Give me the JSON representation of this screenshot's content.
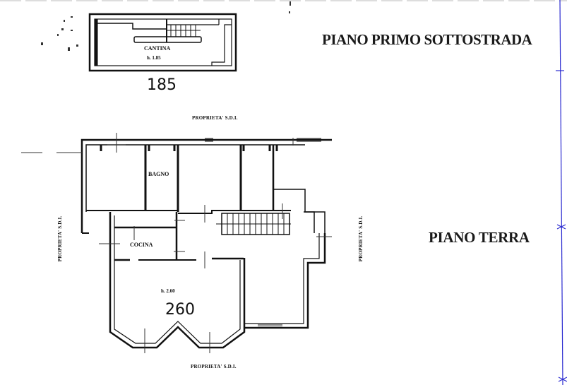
{
  "levels": {
    "basement": {
      "title": "PIANO PRIMO SOTTOSTRADA",
      "room_label": "CANTINA",
      "height_label": "h. 1.85",
      "handwritten_height": "185"
    },
    "ground": {
      "title": "PIANO TERRA",
      "rooms": [
        {
          "label": "BAGNO"
        },
        {
          "label": "COCINA"
        }
      ],
      "height_label": "h. 2.60",
      "handwritten_height": "260"
    }
  },
  "boundaries": {
    "top": "PROPRIETA' S.D.I.",
    "left": "PROPRIETA' S.D.I.",
    "right": "PROPRIETA' S.D.I.",
    "bottom": "PROPRIETA' S.D.I."
  },
  "colors": {
    "ink": "#111111",
    "margin_line": "#2a2ad0"
  }
}
